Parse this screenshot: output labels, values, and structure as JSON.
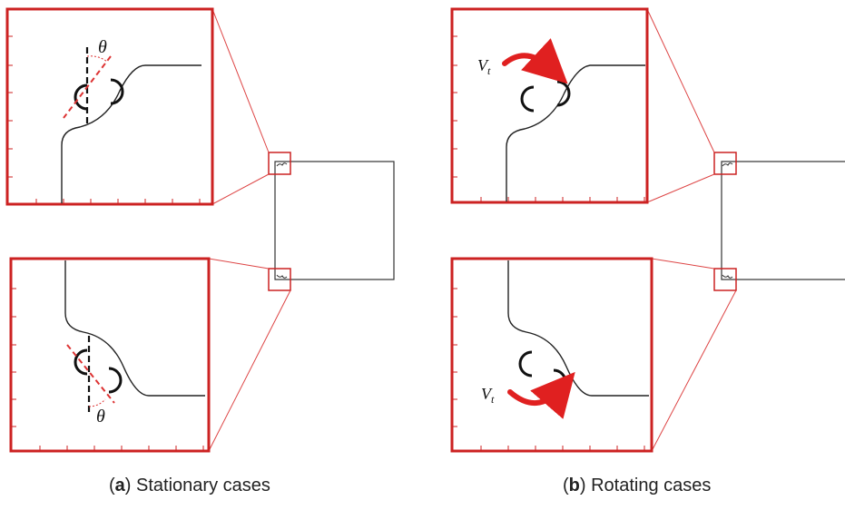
{
  "panels": [
    {
      "id": "a",
      "caption_letter": "a",
      "caption_text": "Stationary cases",
      "angle_symbol": "θ"
    },
    {
      "id": "b",
      "caption_letter": "b",
      "caption_text": "Rotating cases",
      "velocity_symbol": "V",
      "velocity_subscript": "t"
    }
  ],
  "colors": {
    "frame_red": "#cc2222",
    "line": "#222222",
    "dashed_red": "#dd3333",
    "arrow_red": "#e02020"
  }
}
